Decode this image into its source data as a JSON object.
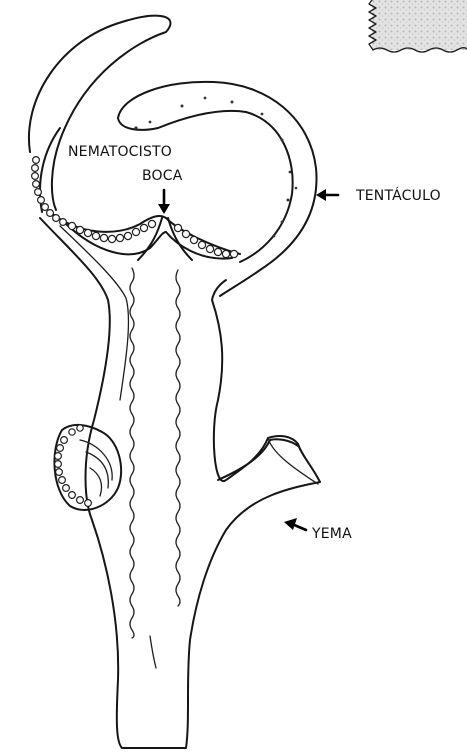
{
  "labels": {
    "nematocyst": "NEMATOCISTO",
    "mouth": "BOCA",
    "tentacle": "TENTÁCULO",
    "bud": "YEMA"
  },
  "colors": {
    "ink": "#161616",
    "background": "#ffffff",
    "corner_swatch": "#cccccc"
  }
}
